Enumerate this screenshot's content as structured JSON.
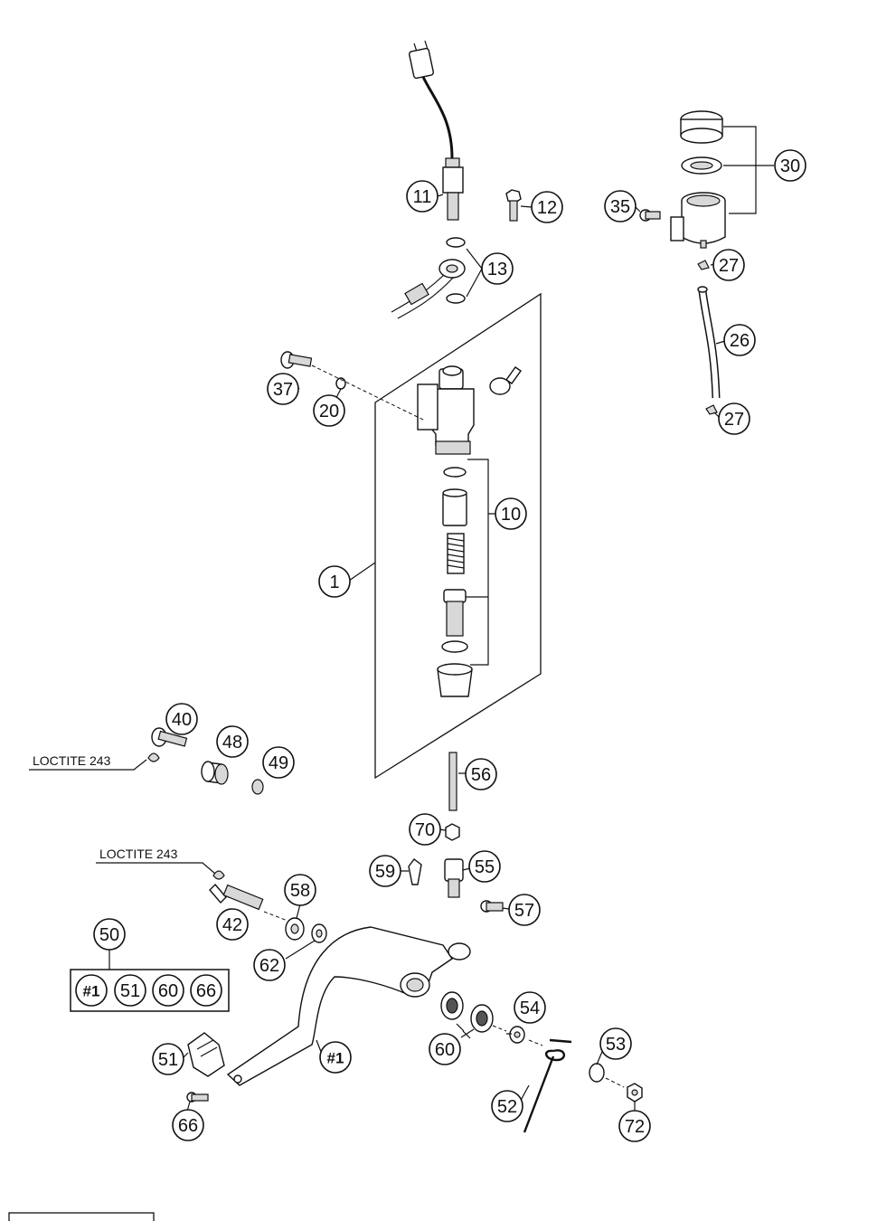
{
  "diagram": {
    "callouts": [
      {
        "id": "c11",
        "label": "11"
      },
      {
        "id": "c12",
        "label": "12"
      },
      {
        "id": "c13",
        "label": "13"
      },
      {
        "id": "c30",
        "label": "30"
      },
      {
        "id": "c35",
        "label": "35"
      },
      {
        "id": "c27a",
        "label": "27"
      },
      {
        "id": "c26",
        "label": "26"
      },
      {
        "id": "c27b",
        "label": "27"
      },
      {
        "id": "c37",
        "label": "37"
      },
      {
        "id": "c20",
        "label": "20"
      },
      {
        "id": "c10",
        "label": "10"
      },
      {
        "id": "c1",
        "label": "1"
      },
      {
        "id": "c40",
        "label": "40"
      },
      {
        "id": "c48",
        "label": "48"
      },
      {
        "id": "c49",
        "label": "49"
      },
      {
        "id": "c56",
        "label": "56"
      },
      {
        "id": "c70",
        "label": "70"
      },
      {
        "id": "c59",
        "label": "59"
      },
      {
        "id": "c55",
        "label": "55"
      },
      {
        "id": "c57",
        "label": "57"
      },
      {
        "id": "c58",
        "label": "58"
      },
      {
        "id": "c42",
        "label": "42"
      },
      {
        "id": "c62",
        "label": "62"
      },
      {
        "id": "c50",
        "label": "50"
      },
      {
        "id": "c51",
        "label": "51"
      },
      {
        "id": "c66",
        "label": "66"
      },
      {
        "id": "c60",
        "label": "60"
      },
      {
        "id": "c54",
        "label": "54"
      },
      {
        "id": "c53",
        "label": "53"
      },
      {
        "id": "c52",
        "label": "52"
      },
      {
        "id": "c72",
        "label": "72"
      },
      {
        "id": "c1pedal",
        "label": "#1"
      }
    ],
    "kit": {
      "items": [
        "#1",
        "51",
        "60",
        "66"
      ]
    },
    "notes": {
      "loctite_upper": "LOCTITE 243",
      "loctite_lower": "LOCTITE 243"
    }
  }
}
